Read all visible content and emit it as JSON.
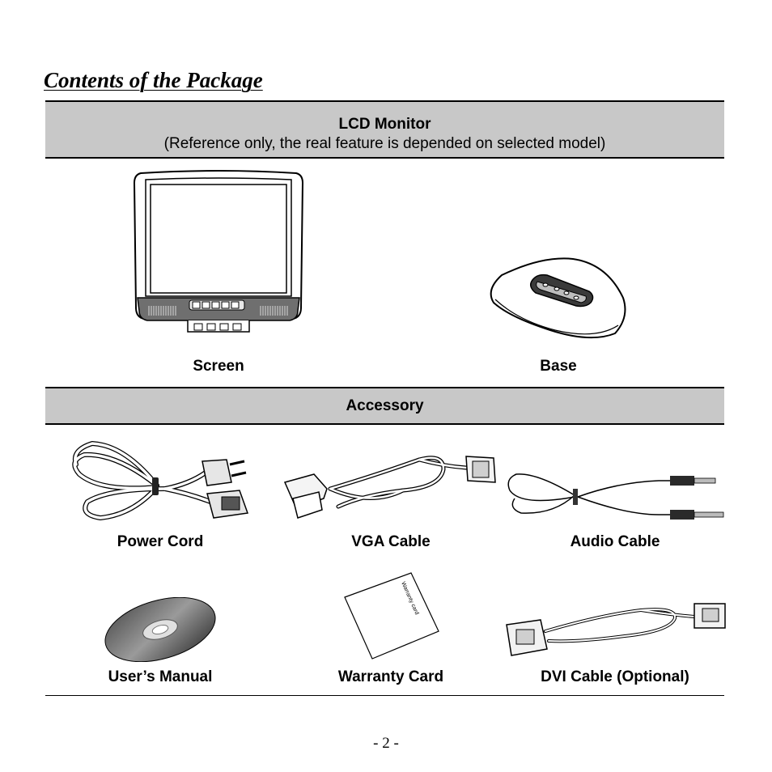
{
  "document": {
    "title": "Contents of the Package",
    "monitor_section": {
      "heading": "LCD Monitor",
      "note": "(Reference only, the real feature is depended on selected model)",
      "items": [
        {
          "label": "Screen",
          "image": "lcd-screen-illustration"
        },
        {
          "label": "Base",
          "image": "monitor-base-illustration"
        }
      ]
    },
    "accessory_section": {
      "heading": "Accessory",
      "items": [
        {
          "label": "Power Cord",
          "image": "power-cord-illustration"
        },
        {
          "label": "VGA Cable",
          "image": "vga-cable-illustration"
        },
        {
          "label": "Audio Cable",
          "image": "audio-cable-illustration"
        },
        {
          "label": "User’s Manual",
          "image": "cd-disc-illustration"
        },
        {
          "label": "Warranty Card",
          "image": "warranty-card-illustration",
          "printed_text": "Warranty card"
        },
        {
          "label": "DVI Cable (Optional)",
          "image": "dvi-cable-illustration"
        }
      ]
    },
    "page_number": "- 2 -"
  }
}
